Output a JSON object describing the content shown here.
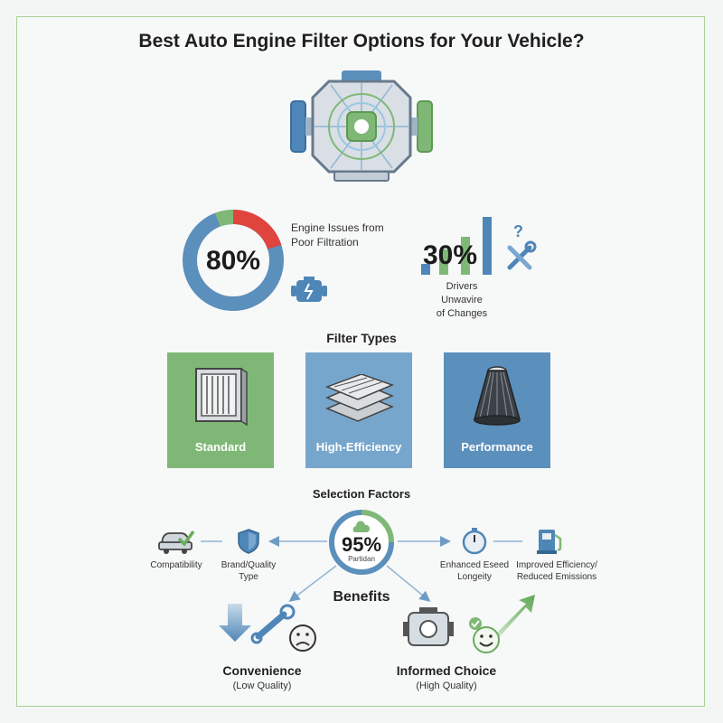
{
  "title": "Best Auto Engine Filter Options for Your Vehicle?",
  "stats": {
    "engine_issues": {
      "value": "80%",
      "fraction": 0.8,
      "label_line1": "Engine Issues from",
      "label_line2": "Poor Filtration"
    },
    "drivers_unaware": {
      "value": "30%",
      "label_line1": "Drivers Unwavire",
      "label_line2": "of Changes"
    }
  },
  "filter_types": {
    "heading": "Filter Types",
    "cards": [
      {
        "label": "Standard",
        "color": "#7fb876"
      },
      {
        "label": "High-Efficiency",
        "color": "#77a6cc"
      },
      {
        "label": "Performance",
        "color": "#5b8fbc"
      }
    ]
  },
  "selection": {
    "heading": "Selection Factors",
    "center_value": "95%",
    "center_sub": "Partidan",
    "factors": [
      {
        "label": "Compatibility"
      },
      {
        "label_line1": "Brand/Quality",
        "label_line2": "Type"
      },
      {
        "label_line1": "Enhanced Eseed",
        "label_line2": "Longeity"
      },
      {
        "label_line1": "Improved Efficiency/",
        "label_line2": "Reduced Emissions"
      }
    ]
  },
  "benefits": {
    "heading": "Benefits",
    "items": [
      {
        "title": "Convenience",
        "sub": "(Low Quality)"
      },
      {
        "title": "Informed Choice",
        "sub": "(High Quality)"
      }
    ]
  },
  "colors": {
    "green": "#7fb876",
    "blue": "#4f86b8",
    "red": "#e0453d",
    "light_blue": "#77a6cc"
  }
}
